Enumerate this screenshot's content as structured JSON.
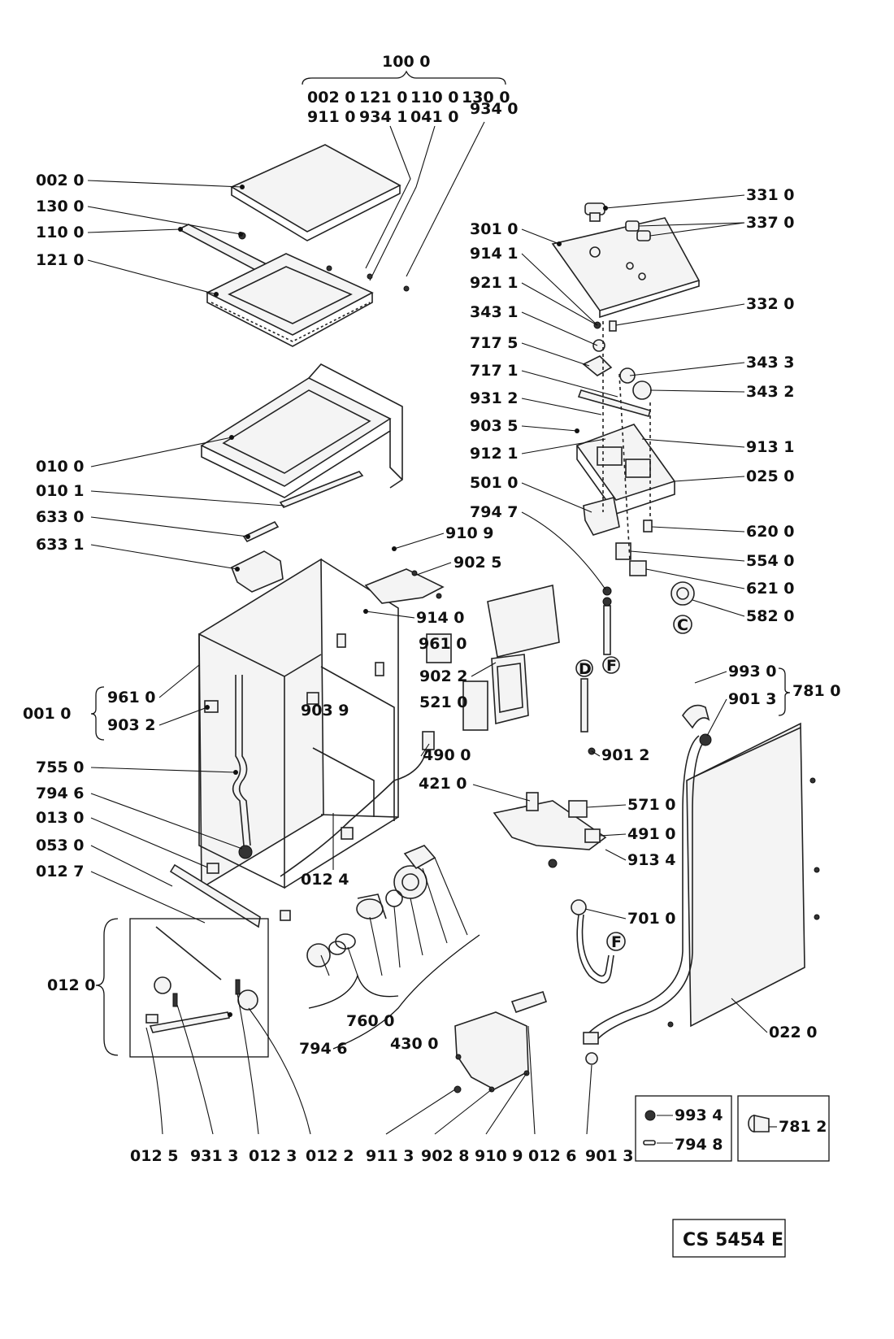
{
  "labels": {
    "top_group": "100 0",
    "top_group_row1": [
      "002 0",
      "121 0",
      "110 0",
      "130 0"
    ],
    "top_group_row2": [
      "911 0",
      "934 1",
      "041 0",
      "934 0"
    ],
    "l_0020": "002 0",
    "l_1300": "130 0",
    "l_1100": "110 0",
    "l_1210": "121 0",
    "l_0100": "010 0",
    "l_0101": "010 1",
    "l_6330": "633 0",
    "l_6331": "633 1",
    "l_0010": "001 0",
    "l_9610a": "961 0",
    "l_9032": "903 2",
    "l_7550": "755 0",
    "l_7946a": "794 6",
    "l_0130": "013 0",
    "l_0530": "053 0",
    "l_0127": "012 7",
    "l_0120": "012 0",
    "l_0124": "012 4",
    "l_7600": "760 0",
    "l_7946b": "794 6",
    "l_4300": "430 0",
    "l_9039": "903 9",
    "l_9109a": "910 9",
    "l_9025": "902 5",
    "l_9140": "914 0",
    "l_9610b": "961 0",
    "l_9022": "902 2",
    "l_5210": "521 0",
    "l_4900": "490 0",
    "l_9012": "901 2",
    "l_4210": "421 0",
    "l_5710": "571 0",
    "l_4910": "491 0",
    "l_9134": "913 4",
    "l_7010": "701 0",
    "l_3010": "301 0",
    "l_9141": "914 1",
    "l_9211": "921 1",
    "l_3431": "343 1",
    "l_7175": "717 5",
    "l_7171": "717 1",
    "l_9312": "931 2",
    "l_9035": "903 5",
    "l_9121": "912 1",
    "l_5010": "501 0",
    "l_7947": "794 7",
    "l_3310": "331 0",
    "l_3370": "337 0",
    "l_3320": "332 0",
    "l_3433": "343 3",
    "l_3432": "343 2",
    "l_9131": "913 1",
    "l_0250": "025 0",
    "l_6200": "620 0",
    "l_5540": "554 0",
    "l_6210": "621 0",
    "l_5820": "582 0",
    "l_9930": "993 0",
    "l_9013a": "901 3",
    "l_7810": "781 0",
    "l_0220": "022 0",
    "l_9934": "993 4",
    "l_7948": "794 8",
    "l_7812": "781 2",
    "bottom_row": [
      "012 5",
      "931 3",
      "012 3",
      "012 2",
      "911 3",
      "902 8",
      "910 9",
      "012 6",
      "901 3"
    ],
    "markers": {
      "c": "C",
      "f1": "F",
      "f2": "F",
      "d": "D"
    }
  },
  "document_code": "CS 5454 E"
}
